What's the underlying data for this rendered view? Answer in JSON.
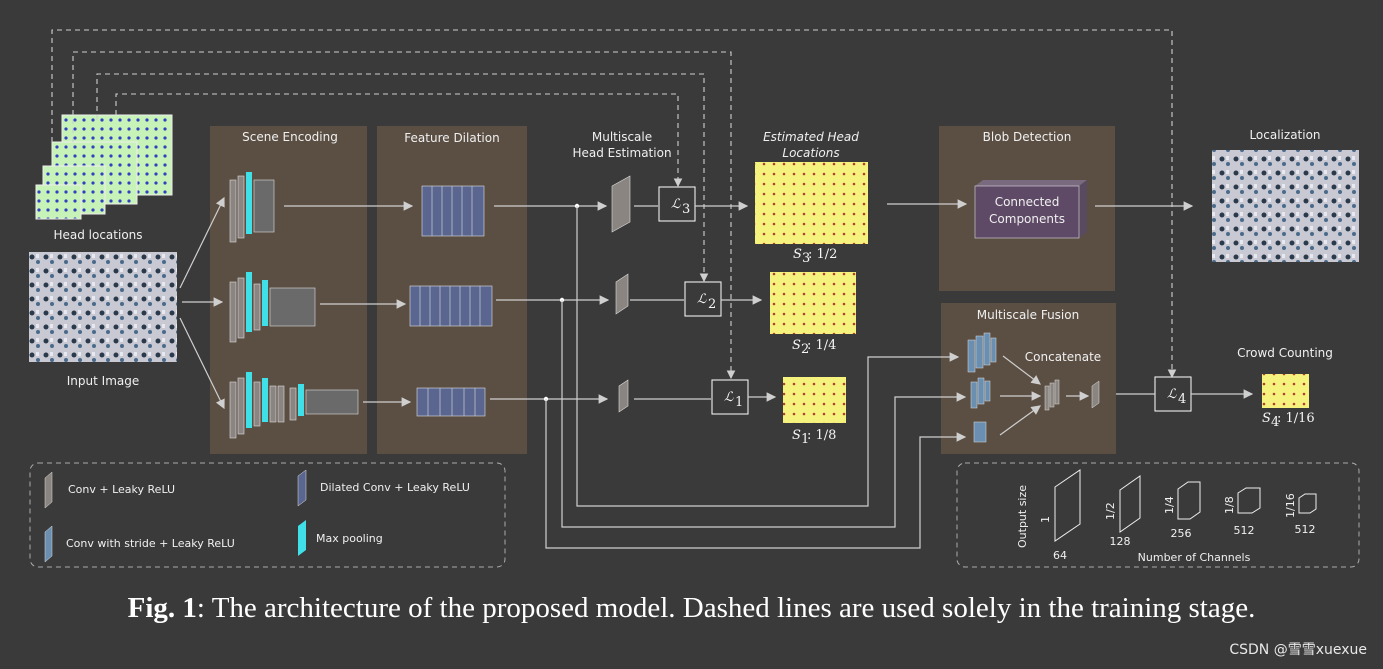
{
  "sections": {
    "scene_encoding": "Scene Encoding",
    "feature_dilation": "Feature Dilation",
    "multiscale_head_estimation_line1": "Multiscale",
    "multiscale_head_estimation_line2": "Head Estimation",
    "estimated_head_line1": "Estimated Head",
    "estimated_head_line2": "Locations",
    "blob_detection": "Blob Detection",
    "connected_components_line1": "Connected",
    "connected_components_line2": "Components",
    "localization": "Localization",
    "multiscale_fusion": "Multiscale Fusion",
    "concatenate": "Concatenate",
    "crowd_counting": "Crowd Counting",
    "head_locations": "Head locations",
    "input_image": "Input Image"
  },
  "losses": {
    "l1": "1",
    "l2": "2",
    "l3": "3",
    "l4": "4",
    "symbol": "ℒ"
  },
  "scales": {
    "s3": {
      "sym": "S",
      "sub": "3",
      "ratio": ": 1/2"
    },
    "s2": {
      "sym": "S",
      "sub": "2",
      "ratio": ": 1/4"
    },
    "s1": {
      "sym": "S",
      "sub": "1",
      "ratio": ": 1/8"
    },
    "s4": {
      "sym": "S",
      "sub": "4",
      "ratio": ": 1/16"
    }
  },
  "legend": {
    "conv": "Conv + Leaky ReLU",
    "dilated": "Dilated Conv + Leaky ReLU",
    "stride": "Conv with stride + Leaky ReLU",
    "pool": "Max pooling"
  },
  "size_legend": {
    "output_size": "Output size",
    "number_of_channels": "Number of Channels",
    "items": [
      {
        "size": "1",
        "channels": "64"
      },
      {
        "size": "1/2",
        "channels": "128"
      },
      {
        "size": "1/4",
        "channels": "256"
      },
      {
        "size": "1/8",
        "channels": "512"
      },
      {
        "size": "1/16",
        "channels": "512"
      }
    ]
  },
  "caption": {
    "bold": "Fig. 1",
    "text": ": The architecture of the proposed model. Dashed lines are used solely in the training stage."
  },
  "watermark": "CSDN @雪雪xuexue",
  "colors": {
    "background": "#3a3a3a",
    "panel": "#5b4f44",
    "conv": "#8a8580",
    "dilated": "#5a6690",
    "stride": "#6a8fb0",
    "pool": "#3fe0e8",
    "heatmap": "#f4f07a",
    "head_map": "#c8f0b0"
  }
}
